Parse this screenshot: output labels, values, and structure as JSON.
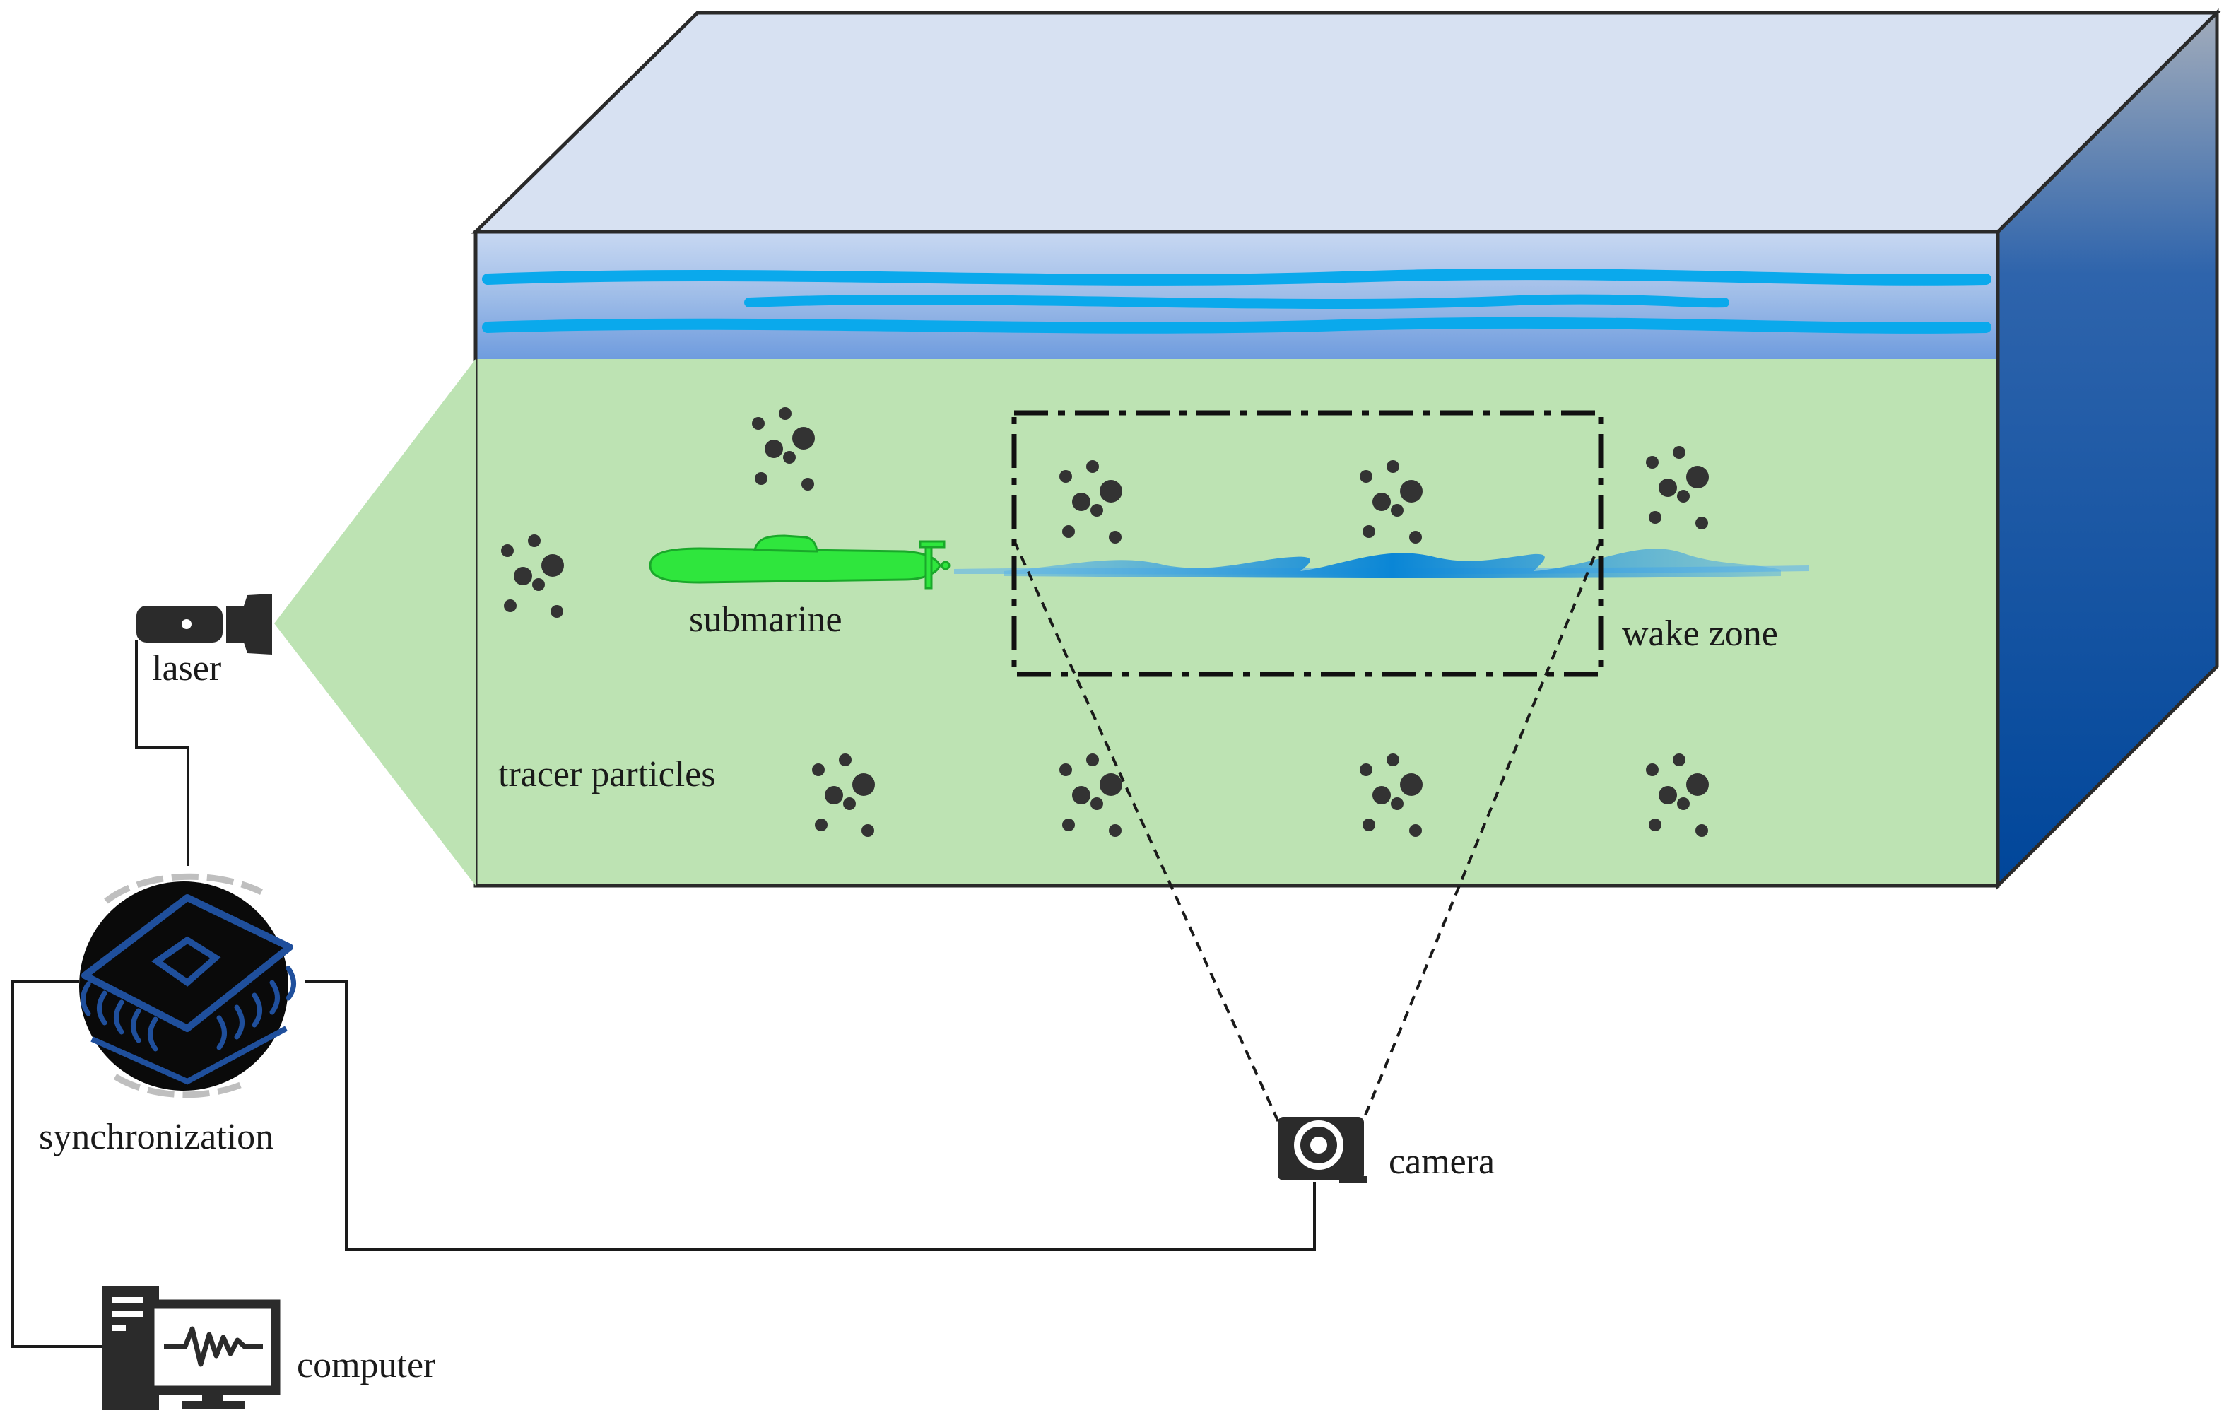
{
  "labels": {
    "laser": "laser",
    "submarine": "submarine",
    "wake_zone": "wake zone",
    "tracer_particles": "tracer particles",
    "synchronization": "synchronization",
    "camera": "camera",
    "computer": "computer"
  },
  "icons": [
    "laser-icon",
    "submarine-icon",
    "camera-icon",
    "chip-icon",
    "computer-icon"
  ],
  "colors": {
    "tank_top": "#d7e1f2",
    "water_layer": "#88aee6",
    "wave": "#0aa9ec",
    "light_sheet": "#bde3b3",
    "tank_side_top": "#a2acbb",
    "tank_side_bottom": "#00469a",
    "submarine": "#2fe63d",
    "particles": "#333333",
    "chip_outline": "#1f4f9c"
  }
}
